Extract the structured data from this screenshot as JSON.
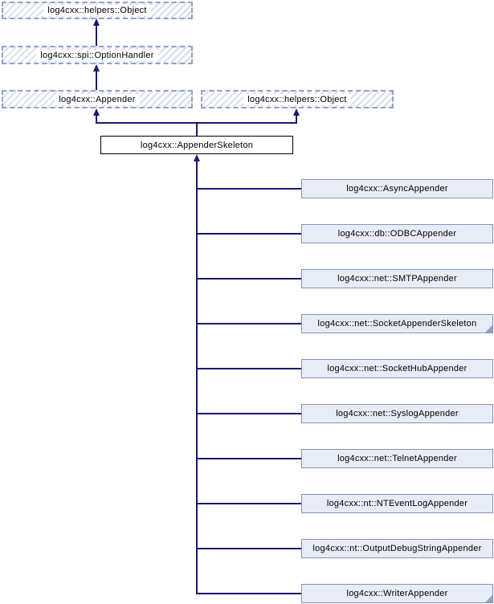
{
  "diagram_type": "class-inheritance-graph",
  "colors": {
    "line": "#191970",
    "hatch_stripe": "#d6ddee",
    "dashed_border": "#90a0c8",
    "child_fill": "#e8ecf6",
    "child_border": "#8493b8",
    "main_border": "#000000",
    "text": "#000000"
  },
  "nodes": {
    "helpers_object_top": {
      "label": "log4cxx::helpers::Object"
    },
    "option_handler": {
      "label": "log4cxx::spi::OptionHandler"
    },
    "appender": {
      "label": "log4cxx::Appender"
    },
    "helpers_object_right": {
      "label": "log4cxx::helpers::Object"
    },
    "appender_skeleton": {
      "label": "log4cxx::AppenderSkeleton"
    },
    "children": [
      {
        "label": "log4cxx::AsyncAppender"
      },
      {
        "label": "log4cxx::db::ODBCAppender"
      },
      {
        "label": "log4cxx::net::SMTPAppender"
      },
      {
        "label": "log4cxx::net::SocketAppenderSkeleton",
        "corner_marker": true
      },
      {
        "label": "log4cxx::net::SocketHubAppender"
      },
      {
        "label": "log4cxx::net::SyslogAppender"
      },
      {
        "label": "log4cxx::net::TelnetAppender"
      },
      {
        "label": "log4cxx::nt::NTEventLogAppender"
      },
      {
        "label": "log4cxx::nt::OutputDebugStringAppender"
      },
      {
        "label": "log4cxx::WriterAppender",
        "corner_marker": true
      }
    ]
  }
}
